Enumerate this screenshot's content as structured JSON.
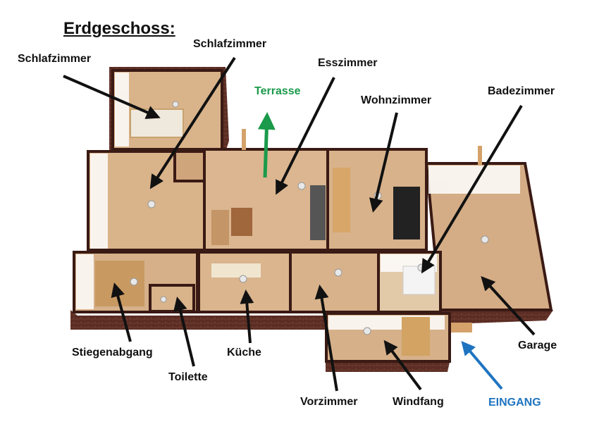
{
  "title": "Erdgeschoss:",
  "colors": {
    "label": "#111111",
    "terrasse": "#1a9a4a",
    "eingang": "#1f74c0",
    "brick": "#5a2c23",
    "floor": "#d9b38a",
    "wall": "#ffffff"
  },
  "labels": {
    "schlafzimmer_left": "Schlafzimmer",
    "schlafzimmer_top": "Schlafzimmer",
    "terrasse": "Terrasse",
    "esszimmer": "Esszimmer",
    "wohnzimmer": "Wohnzimmer",
    "badezimmer": "Badezimmer",
    "garage": "Garage",
    "stiegenabgang": "Stiegenabgang",
    "toilette": "Toilette",
    "kueche": "Küche",
    "vorzimmer": "Vorzimmer",
    "windfang": "Windfang",
    "eingang": "EINGANG"
  }
}
